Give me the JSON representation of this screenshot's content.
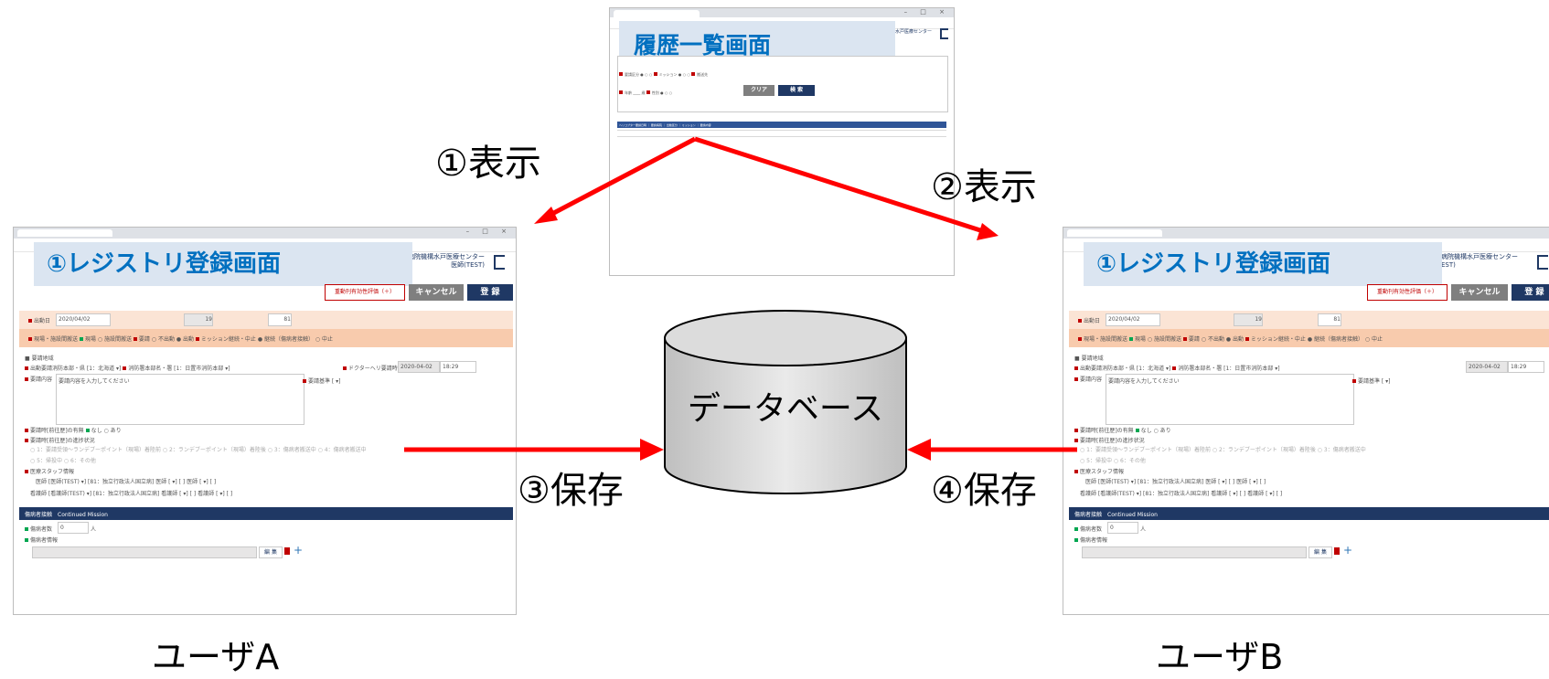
{
  "history_screen": {
    "title": "履歴一覧画面",
    "buttons": [
      "クリア",
      "検 索"
    ]
  },
  "registry_screen_a": {
    "title": "①レジストリ登録画面",
    "buttons": {
      "evaluate": "重動刊有効性評価（＋）",
      "cancel": "キャンセル",
      "register": "登 録"
    },
    "hospital": "大国立病院機構水戸医療センター",
    "user": "医師(TEST)",
    "fields": {
      "date_label": "出動日",
      "date_value": "2020/04/02",
      "dispatch_no": "19",
      "base_hospital": "81",
      "heli_time": "2020-04-02",
      "heli_clock": "18:29",
      "placeholder": "要請内容を入力してください"
    },
    "section": "傷病者接触　Continued Mission",
    "patient_count": "0",
    "patient_unit": "人",
    "edit_button": "編 集"
  },
  "registry_screen_b": {
    "title": "①レジストリ登録画面",
    "buttons": {
      "evaluate": "重動刊有効性評価（＋）",
      "cancel": "キャンセル",
      "register": "登 録"
    },
    "hospital": "大国立病院機構水戸医療センター",
    "user": "医師(TEST)",
    "fields": {
      "date_label": "出動日",
      "date_value": "2020/04/02",
      "dispatch_no": "19",
      "base_hospital": "81",
      "heli_time": "2020-04-02",
      "heli_clock": "18:29",
      "placeholder": "要請内容を入力してください"
    },
    "section": "傷病者接触　Continued Mission",
    "patient_count": "0",
    "patient_unit": "人",
    "edit_button": "編 集"
  },
  "database": {
    "label": "データベース"
  },
  "arrows": {
    "show1": "①表示",
    "show2": "②表示",
    "save3": "③保存",
    "save4": "④保存"
  },
  "users": {
    "a": "ユーザA",
    "b": "ユーザB"
  },
  "colors": {
    "arrow": "#ff0000",
    "callout_bg": "#dbe5f1",
    "callout_text": "#0070c0",
    "navy": "#1f3864"
  }
}
